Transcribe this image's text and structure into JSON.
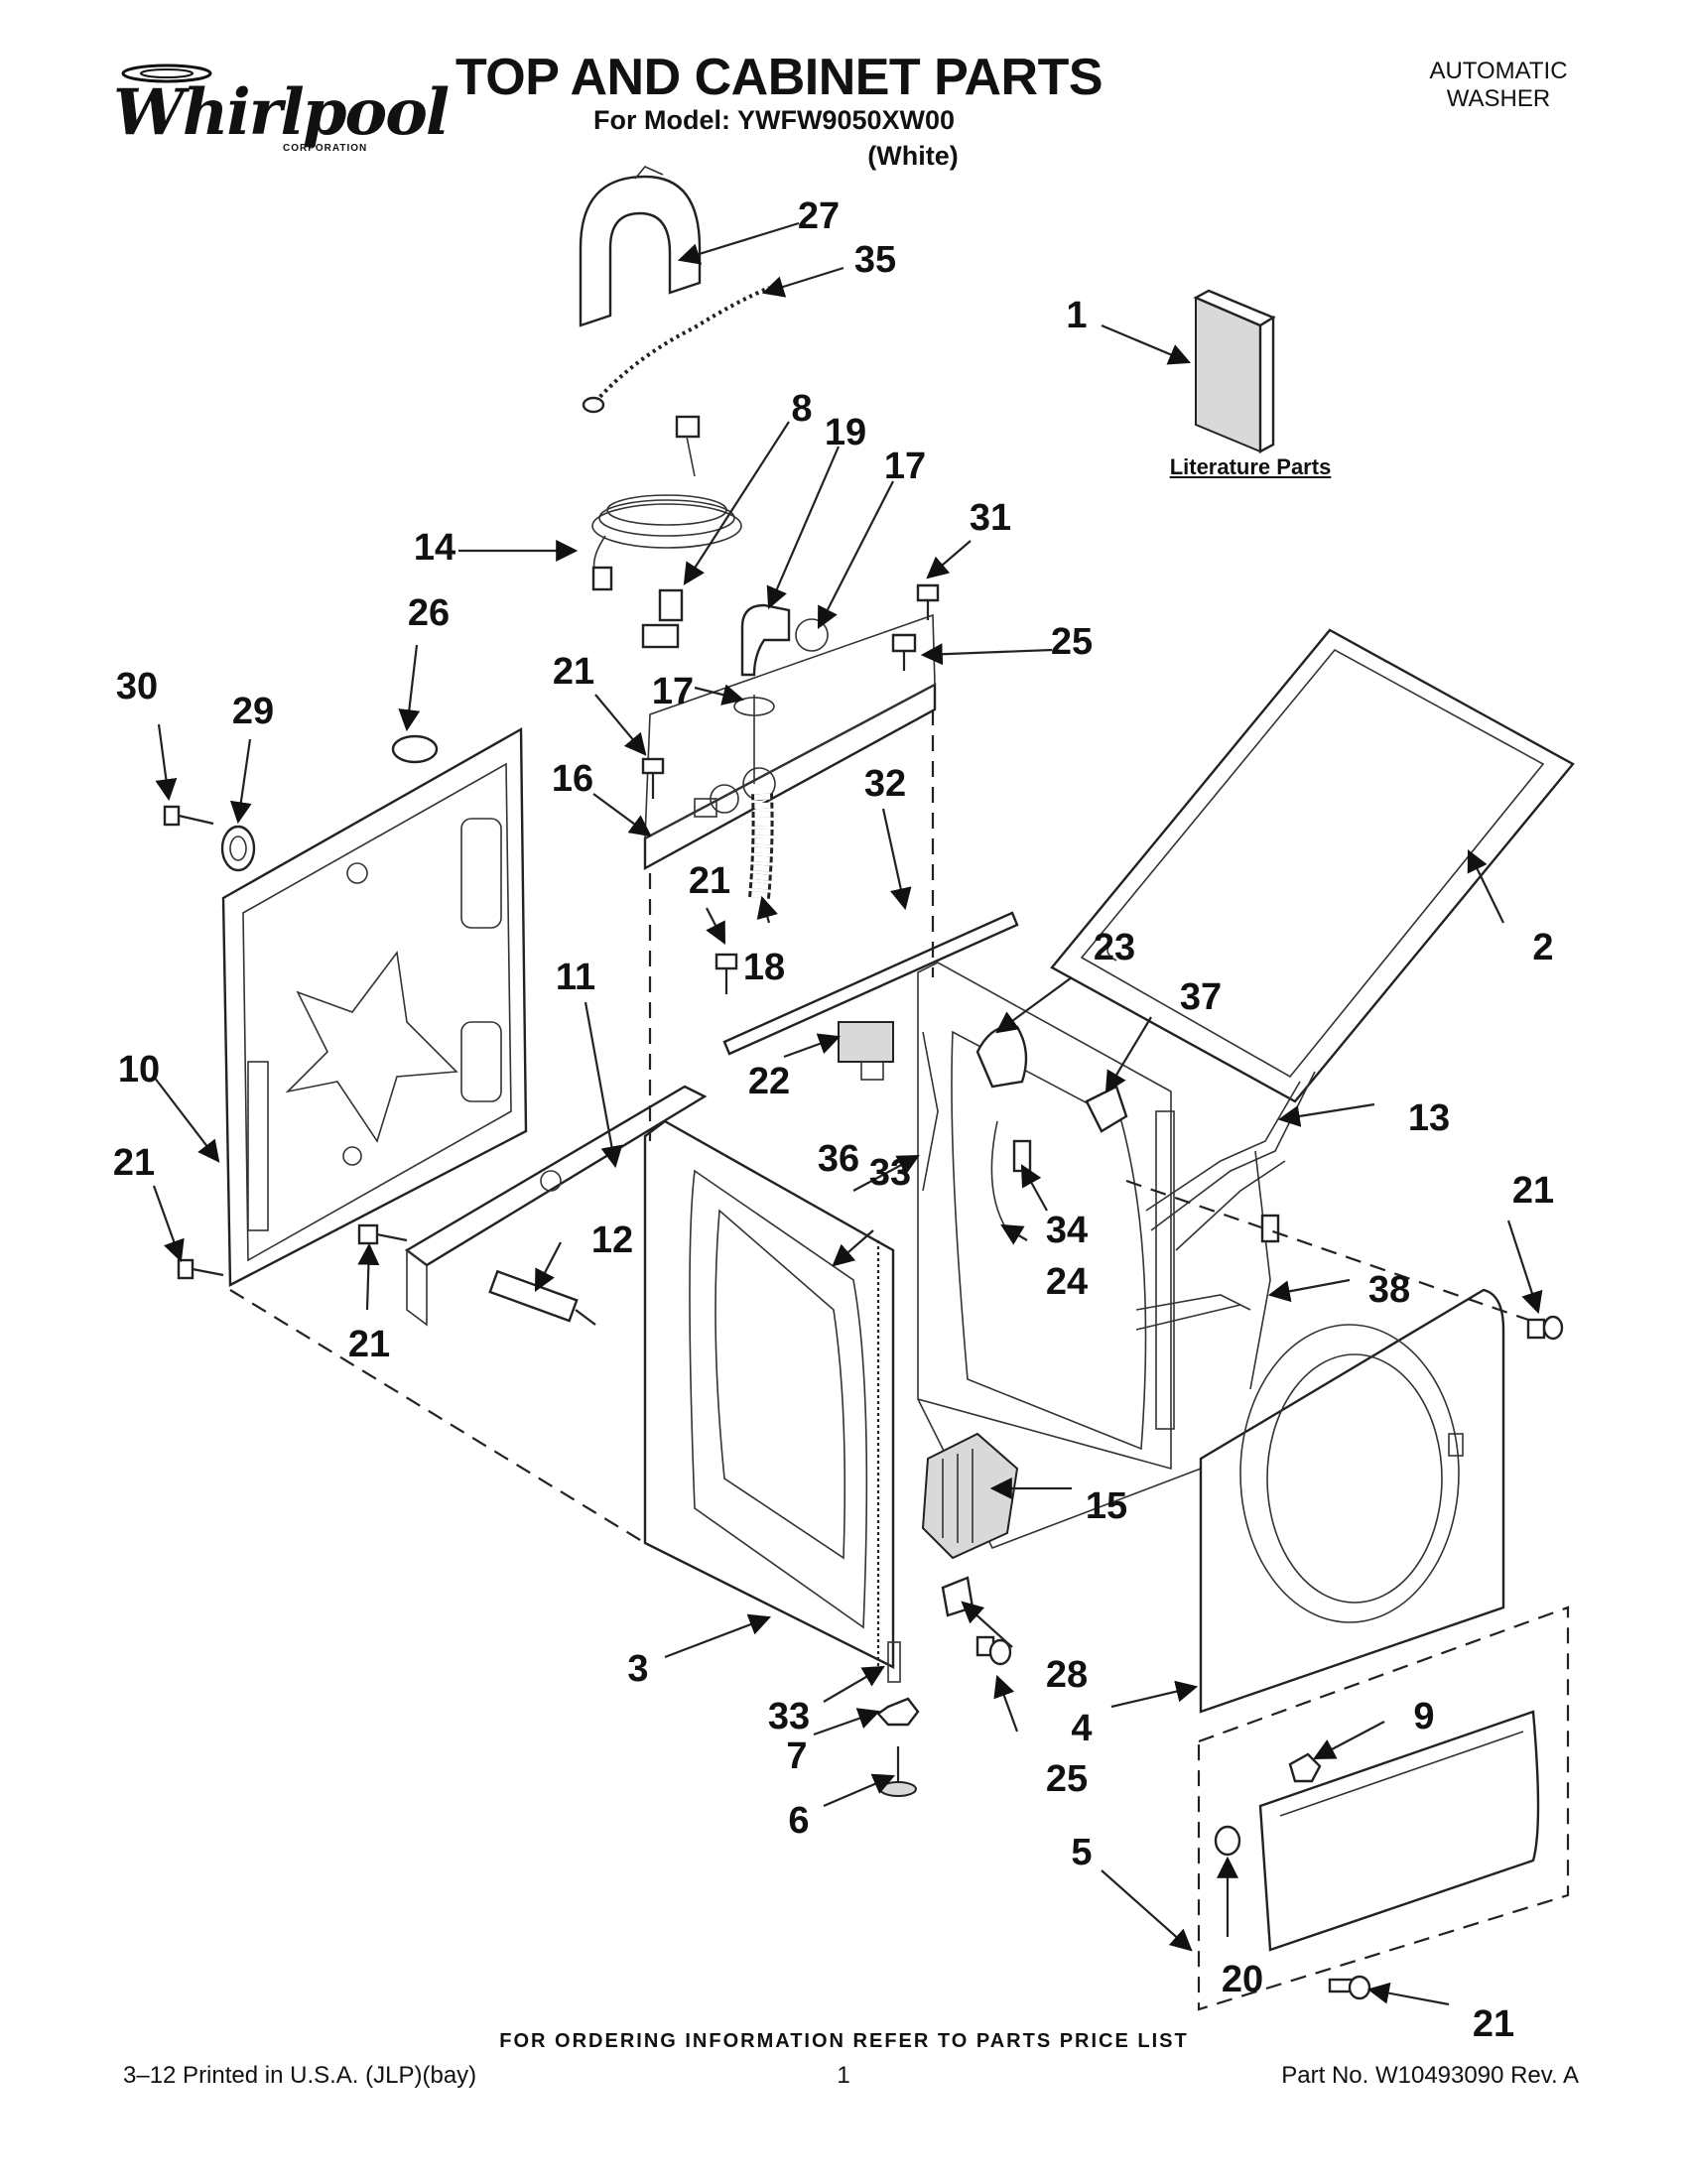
{
  "header": {
    "brand": "Whirlpool",
    "brand_sub": "CORPORATION",
    "title": "TOP AND CABINET PARTS",
    "model_line": "For Model: YWFW9050XW00",
    "variant": "(White)",
    "product_line1": "AUTOMATIC",
    "product_line2": "WASHER"
  },
  "literature_label": "Literature Parts",
  "callouts": [
    {
      "id": "c27",
      "text": "27"
    },
    {
      "id": "c35",
      "text": "35"
    },
    {
      "id": "c1",
      "text": "1"
    },
    {
      "id": "c8",
      "text": "8"
    },
    {
      "id": "c19",
      "text": "19"
    },
    {
      "id": "c17a",
      "text": "17"
    },
    {
      "id": "c31",
      "text": "31"
    },
    {
      "id": "c14",
      "text": "14"
    },
    {
      "id": "c26",
      "text": "26"
    },
    {
      "id": "c25a",
      "text": "25"
    },
    {
      "id": "c30",
      "text": "30"
    },
    {
      "id": "c29",
      "text": "29"
    },
    {
      "id": "c21a",
      "text": "21"
    },
    {
      "id": "c17b",
      "text": "17"
    },
    {
      "id": "c16",
      "text": "16"
    },
    {
      "id": "c32",
      "text": "32"
    },
    {
      "id": "c2",
      "text": "2"
    },
    {
      "id": "c21b",
      "text": "21"
    },
    {
      "id": "c18",
      "text": "18"
    },
    {
      "id": "c11",
      "text": "11"
    },
    {
      "id": "c23",
      "text": "23"
    },
    {
      "id": "c37",
      "text": "37"
    },
    {
      "id": "c10",
      "text": "10"
    },
    {
      "id": "c22",
      "text": "22"
    },
    {
      "id": "c13",
      "text": "13"
    },
    {
      "id": "c36",
      "text": "36"
    },
    {
      "id": "c33a",
      "text": "33"
    },
    {
      "id": "c21c",
      "text": "21"
    },
    {
      "id": "c21d",
      "text": "21"
    },
    {
      "id": "c34",
      "text": "34"
    },
    {
      "id": "c12",
      "text": "12"
    },
    {
      "id": "c24",
      "text": "24"
    },
    {
      "id": "c38",
      "text": "38"
    },
    {
      "id": "c21e",
      "text": "21"
    },
    {
      "id": "c15",
      "text": "15"
    },
    {
      "id": "c3",
      "text": "3"
    },
    {
      "id": "c28",
      "text": "28"
    },
    {
      "id": "c33b",
      "text": "33"
    },
    {
      "id": "c4",
      "text": "4"
    },
    {
      "id": "c9",
      "text": "9"
    },
    {
      "id": "c7",
      "text": "7"
    },
    {
      "id": "c25b",
      "text": "25"
    },
    {
      "id": "c6",
      "text": "6"
    },
    {
      "id": "c5",
      "text": "5"
    },
    {
      "id": "c20",
      "text": "20"
    },
    {
      "id": "c21f",
      "text": "21"
    }
  ],
  "footer": {
    "ordering_note": "FOR ORDERING INFORMATION REFER TO PARTS PRICE LIST",
    "printed": "3–12 Printed in U.S.A. (JLP)(bay)",
    "page_number": "1",
    "part_number": "Part No. W10493090 Rev. A"
  }
}
